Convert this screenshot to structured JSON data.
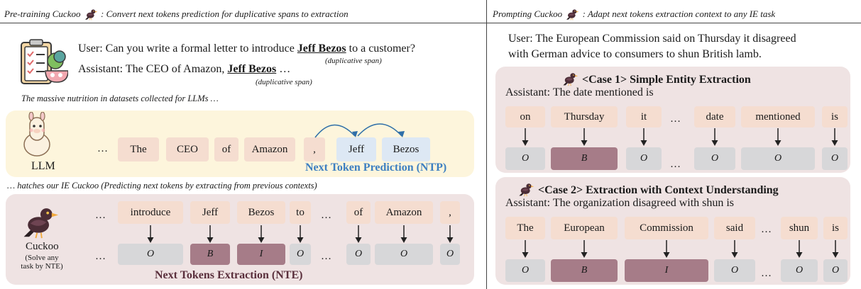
{
  "headers": {
    "left": "Pre-training Cuckoo",
    "left_rest": ": Convert next tokens prediction for duplicative spans to extraction",
    "right": "Prompting Cuckoo",
    "right_rest": ": Adapt next tokens extraction context to any IE task"
  },
  "left": {
    "user_prefix": "User: Can you write a formal letter to introduce ",
    "user_entity": "Jeff Bezos",
    "user_suffix": " to a customer?",
    "assistant_prefix": "Assistant: The CEO of Amazon, ",
    "assistant_entity": "Jeff Bezos",
    "assistant_suffix": " …",
    "dup_span_1": "(duplicative span)",
    "dup_span_2": "(duplicative span)",
    "nutrition_note": "The massive nutrition in datasets collected for LLMs …",
    "llm_label": "LLM",
    "ntp_tokens": [
      "The",
      "CEO",
      "of",
      "Amazon",
      ",",
      "Jeff",
      "Bezos"
    ],
    "ntp_label": "Next Token Prediction (NTP)",
    "hatch_note": "… hatches our IE Cuckoo (Predicting next tokens by extracting from previous contexts)",
    "cuckoo_label": "Cuckoo",
    "cuckoo_sub": [
      "(Solve any",
      "task by NTE)"
    ],
    "nte_tokens": [
      "introduce",
      "Jeff",
      "Bezos",
      "to",
      "of",
      "Amazon",
      ","
    ],
    "nte_labels": [
      "O",
      "B",
      "I",
      "O",
      "O",
      "O",
      "O"
    ],
    "nte_label": "Next Tokens Extraction (NTE)",
    "ellipsis": "…"
  },
  "right": {
    "user_line1": "User: The European Commission said on Thursday it disagreed",
    "user_line2": "with German advice to consumers to shun British lamb.",
    "case1": {
      "title": "<Case 1> Simple Entity Extraction",
      "prompt": "Assistant: The date mentioned is",
      "tokens": [
        "on",
        "Thursday",
        "it",
        "date",
        "mentioned",
        "is"
      ],
      "labels": [
        "O",
        "B",
        "O",
        "O",
        "O",
        "O"
      ]
    },
    "case2": {
      "title": "<Case 2> Extraction with Context Understanding",
      "prompt": "Assistant: The organization disagreed with shun is",
      "tokens": [
        "The",
        "European",
        "Commission",
        "said",
        "shun",
        "is"
      ],
      "labels": [
        "O",
        "B",
        "I",
        "O",
        "O",
        "O"
      ]
    }
  },
  "colors": {
    "token_bg": "#f5ddd0",
    "label_bg": "#d7d7d9",
    "label_dark": "#a67c88",
    "ntp_panel": "#fdf5dc",
    "nte_panel": "#efe3e3",
    "case_panel": "#efe3e3",
    "ntp_text": "#3d7fc1",
    "nte_text": "#5a2f3c"
  }
}
